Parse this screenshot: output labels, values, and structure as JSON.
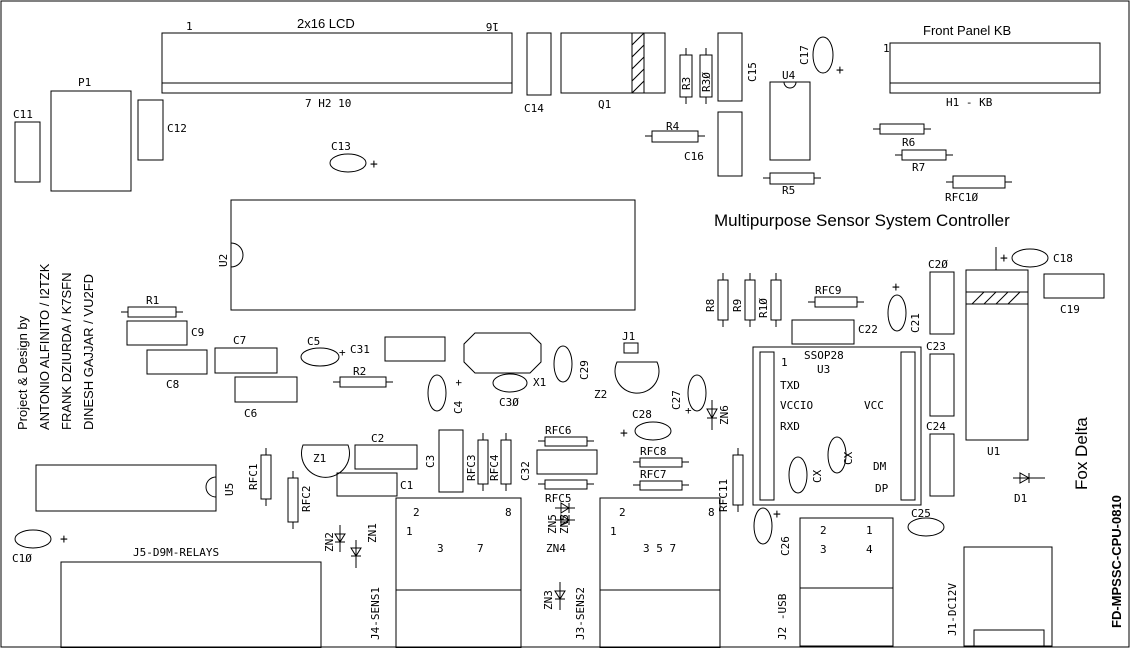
{
  "board": {
    "title": "Multipurpose Sensor System Controller",
    "brand": "Fox Delta",
    "part_number": "FD-MPSSC-CPU-0810",
    "credits": [
      "Project & Design by",
      "ANTONIO ALFINITO / I2TZK",
      "FRANK DZIURDA / K7SFN",
      "DINESH GAJJAR / VU2FD"
    ]
  },
  "headers": {
    "lcd": {
      "title": "2x16 LCD",
      "pin_left": "1",
      "pin_right": "16",
      "sub": "7  H2  10"
    },
    "kb": {
      "title": "Front Panel KB",
      "pin_left": "1",
      "sub": "H1  -  KB"
    },
    "relays": "J5-D9M-RELAYS"
  },
  "ic": {
    "u2": "U2",
    "u5": "U5",
    "u1": "U1",
    "u4": "U4",
    "u3": {
      "name": "U3",
      "pkg": "SSOP28",
      "pin1": "1",
      "txd": "TXD",
      "vccio": "VCCIO",
      "rxd": "RXD",
      "vcc": "VCC",
      "dm": "DM",
      "dp": "DP",
      "cx1": "CX",
      "cx2": "CX"
    }
  },
  "connectors": {
    "j4": {
      "name": "J4-SENS1",
      "p2": "2",
      "p8": "8",
      "p1": "1",
      "p3": "3",
      "p7": "7"
    },
    "j3": {
      "name": "J3-SENS2",
      "p2": "2",
      "p8": "8",
      "p1": "1",
      "p357": "3 5 7"
    },
    "j2": {
      "name": "J2 -USB",
      "p2": "2",
      "p1": "1",
      "p3": "3",
      "p4": "4"
    },
    "j1": "J1-DC12V",
    "j1b": "J1"
  },
  "labels": {
    "p1": "P1",
    "c11": "C11",
    "c12": "C12",
    "c13": "C13",
    "c14": "C14",
    "q1": "Q1",
    "r3": "R3",
    "r30": "R3Ø",
    "c15": "C15",
    "c17": "C17",
    "r4": "R4",
    "c16": "C16",
    "r5": "R5",
    "r6": "R6",
    "r7": "R7",
    "rfc10": "RFC1Ø",
    "c18": "C18",
    "c19": "C19",
    "c20": "C2Ø",
    "c21": "C21",
    "c22": "C22",
    "c23": "C23",
    "c24": "C24",
    "c25": "C25",
    "c26": "C26",
    "r8": "R8",
    "r9": "R9",
    "r10": "R1Ø",
    "rfc9": "RFC9",
    "r1": "R1",
    "c9": "C9",
    "c8": "C8",
    "c7": "C7",
    "c6": "C6",
    "c5": "C5",
    "c31": "C31",
    "r2": "R2",
    "c4": "C4",
    "c30": "C3Ø",
    "x1": "X1",
    "c29": "C29",
    "z2": "Z2",
    "c27": "C27",
    "zn6": "ZN6",
    "c28": "C28",
    "z1": "Z1",
    "c2": "C2",
    "c1": "C1",
    "c3": "C3",
    "rfc3": "RFC3",
    "rfc4": "RFC4",
    "c32": "C32",
    "rfc6": "RFC6",
    "rfc8": "RFC8",
    "rfc7": "RFC7",
    "rfc5": "RFC5",
    "rfc11": "RFC11",
    "rfc1": "RFC1",
    "rfc2": "RFC2",
    "zn1": "ZN1",
    "zn2": "ZN2",
    "zn3": "ZN3",
    "zn4": "ZN4",
    "zn5": "ZN5",
    "c10": "C1Ø",
    "d1": "D1"
  }
}
